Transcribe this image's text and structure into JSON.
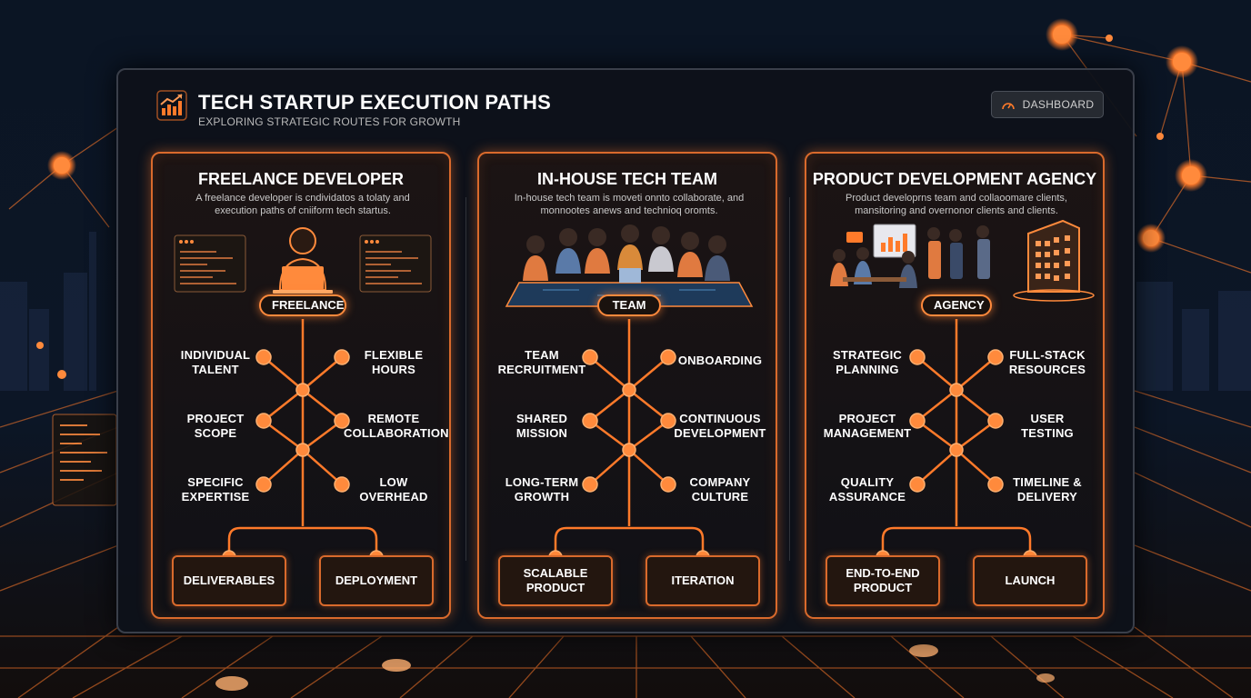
{
  "header": {
    "title": "TECH STARTUP EXECUTION PATHS",
    "subtitle": "EXPLORING STRATEGIC ROUTES FOR GROWTH",
    "dashboard_label": "DASHBOARD"
  },
  "columns": [
    {
      "title": "FREELANCE DEVELOPER",
      "description": "A freelance developer is cndividatos a tolaty and execution paths of cniiform tech startus.",
      "badge": "FREELANCE",
      "left": [
        "INDIVIDUAL\nTALENT",
        "PROJECT\nSCOPE",
        "SPECIFIC\nEXPERTISE"
      ],
      "right": [
        "FLEXIBLE\nHOURS",
        "REMOTE\nCOLLABORATION",
        "LOW\nOVERHEAD"
      ],
      "outputs": [
        "DELIVERABLES",
        "DEPLOYMENT"
      ]
    },
    {
      "title": "IN-HOUSE TECH TEAM",
      "description": "In-house tech team is moveti onnto collaborate, and monnootes anews and technioq oromts.",
      "badge": "TEAM",
      "left": [
        "TEAM\nRECRUITMENT",
        "SHARED\nMISSION",
        "LONG-TERM\nGROWTH"
      ],
      "right": [
        "ONBOARDING",
        "CONTINUOUS\nDEVELOPMENT",
        "COMPANY\nCULTURE"
      ],
      "outputs": [
        "SCALABLE\nPRODUCT",
        "ITERATION"
      ]
    },
    {
      "title": "PRODUCT DEVELOPMENT AGENCY",
      "description": "Product developrns team and collaoomare clients, mansitoring and overnonor clients and clients.",
      "badge": "AGENCY",
      "left": [
        "STRATEGIC\nPLANNING",
        "PROJECT\nMANAGEMENT",
        "QUALITY\nASSURANCE"
      ],
      "right": [
        "FULL-STACK\nRESOURCES",
        "USER\nTESTING",
        "TIMELINE &\nDELIVERY"
      ],
      "outputs": [
        "END-TO-END\nPRODUCT",
        "LAUNCH"
      ]
    }
  ],
  "colors": {
    "accent": "#ff7a2a",
    "border": "#d96a2c",
    "background": "#0a1220",
    "panel": "#0e121a"
  },
  "icons": [
    "chart-growth-icon",
    "speedometer-icon",
    "laptop-developer-icon",
    "code-window-icon",
    "team-meeting-icon",
    "office-building-icon",
    "presentation-board-icon"
  ]
}
